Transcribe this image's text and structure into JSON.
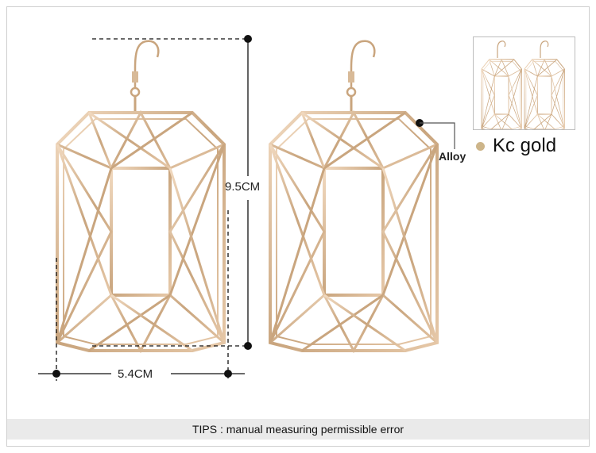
{
  "dimensions": {
    "height_label": "9.5CM",
    "width_label": "5.4CM"
  },
  "callout": {
    "material_label": "Alloy"
  },
  "swatch": {
    "color_name": "Kc gold",
    "color": "#cdb58a"
  },
  "footer": {
    "tips": "TIPS : manual measuring permissible error"
  },
  "colors": {
    "metal": "#c9a57e",
    "metal_highlight": "#f3dcc4",
    "dimension_line": "#111111"
  }
}
